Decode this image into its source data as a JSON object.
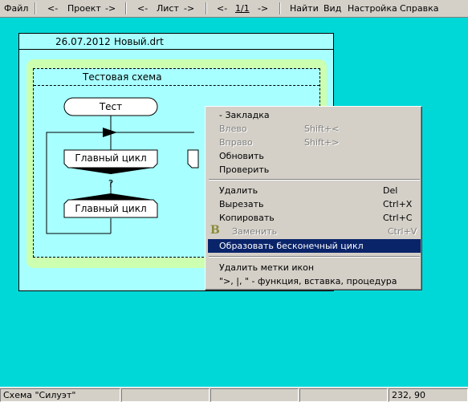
{
  "menu": {
    "file": "Файл",
    "project_prev": "<-",
    "project": "Проект",
    "project_next": "->",
    "sheet_prev": "<-",
    "sheet": "Лист",
    "sheet_next": "->",
    "page_prev": "<-",
    "page": "1/1",
    "page_next": "->",
    "find": "Найти",
    "view": "Вид",
    "settings": "Настройка",
    "help": "Справка"
  },
  "sheet": {
    "date": "26.07.2012",
    "filename": "Новый.drt",
    "scheme_name": "Тестовая схема",
    "nodes": {
      "start": "Тест",
      "loop1": "Главный цикл",
      "question": "?",
      "loop2": "Главный цикл"
    }
  },
  "context_menu": {
    "items": [
      {
        "label": "- Закладка",
        "shortcut": "",
        "disabled": false
      },
      {
        "label": "Влево",
        "shortcut": "Shift+<",
        "disabled": true
      },
      {
        "label": "Вправо",
        "shortcut": "Shift+>",
        "disabled": true
      },
      {
        "label": "Обновить",
        "shortcut": "",
        "disabled": false
      },
      {
        "label": "Проверить",
        "shortcut": "",
        "disabled": false
      },
      {
        "label": "Удалить",
        "shortcut": "Del",
        "disabled": false
      },
      {
        "label": "Вырезать",
        "shortcut": "Ctrl+X",
        "disabled": false
      },
      {
        "label": "Копировать",
        "shortcut": "Ctrl+C",
        "disabled": false
      },
      {
        "label": "Заменить",
        "shortcut": "Ctrl+V",
        "disabled": true
      },
      {
        "label": "Образовать бесконечный цикл",
        "shortcut": "",
        "disabled": false
      },
      {
        "label": "Удалить метки икон",
        "shortcut": "",
        "disabled": false
      },
      {
        "label": "\">, |, \" - функция, вставка, процедура",
        "shortcut": "",
        "disabled": false
      }
    ],
    "highlighted_item": "Образовать бесконечный цикл",
    "replace_icon": "B"
  },
  "status": {
    "scheme": "Схема \"Силуэт\"",
    "coords": "232, 90"
  },
  "colors": {
    "background": "#00d8d8",
    "sheet": "#a8ffff",
    "scheme_border": "#ccffb0",
    "menu_highlight": "#0a246a"
  }
}
